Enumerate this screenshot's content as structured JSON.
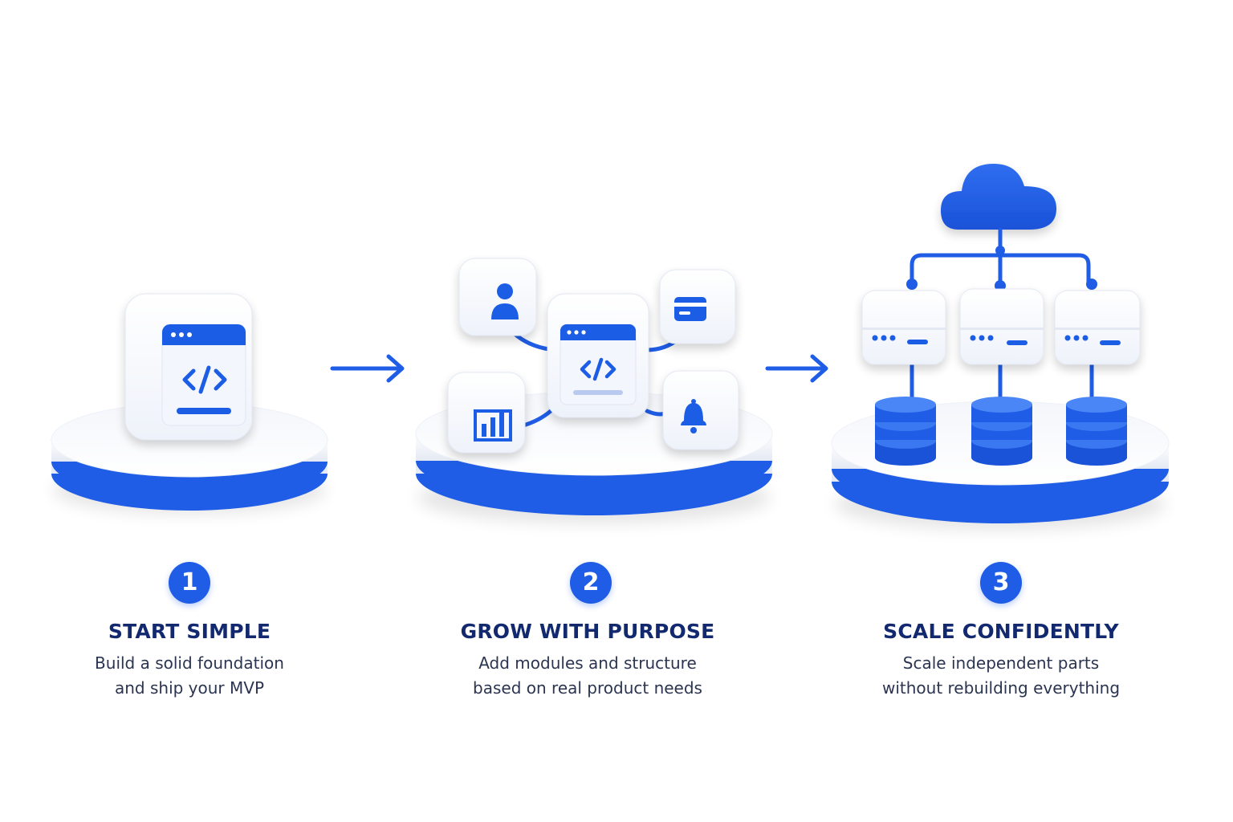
{
  "colors": {
    "accent": "#1f5de6",
    "accent_dark": "#1848c4",
    "title": "#12286f",
    "text": "#2b3450",
    "surface": "#ffffff",
    "surface_shade": "#e6ebf5"
  },
  "steps": [
    {
      "number": "1",
      "title": "START SIMPLE",
      "description_line1": "Build a solid foundation",
      "description_line2": "and ship your MVP",
      "icons": [
        "code-window-icon"
      ]
    },
    {
      "number": "2",
      "title": "GROW WITH PURPOSE",
      "description_line1": "Add modules and structure",
      "description_line2": "based on real product needs",
      "icons": [
        "code-window-icon",
        "user-icon",
        "card-icon",
        "chart-icon",
        "bell-icon"
      ]
    },
    {
      "number": "3",
      "title": "SCALE CONFIDENTLY",
      "description_line1": "Scale independent parts",
      "description_line2": "without rebuilding everything",
      "icons": [
        "cloud-icon",
        "server-icon",
        "server-icon",
        "server-icon",
        "database-icon",
        "database-icon",
        "database-icon"
      ]
    }
  ],
  "connectors": [
    "arrow-right-icon",
    "arrow-right-icon"
  ]
}
